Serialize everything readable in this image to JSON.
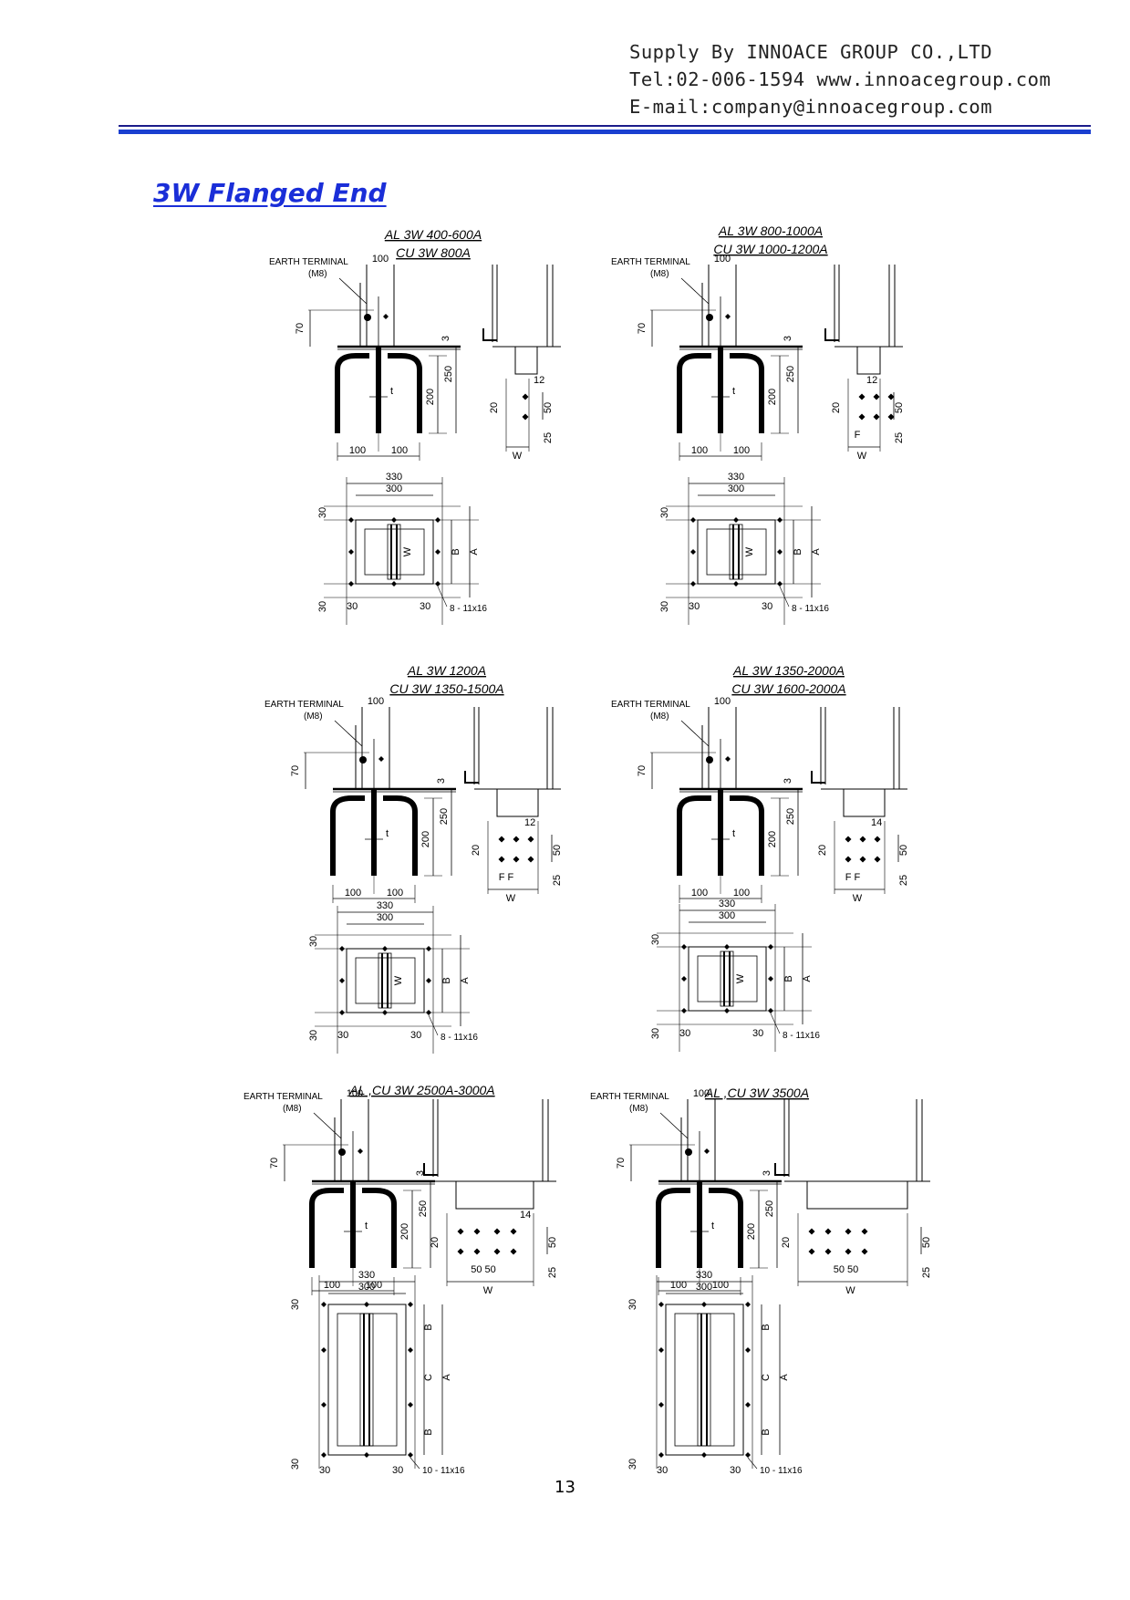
{
  "header": {
    "supply": "Supply By INNOACE GROUP CO.,LTD",
    "tel": "Tel:02-006-1594 www.innoacegroup.com",
    "email": "E-mail:company@innoacegroup.com"
  },
  "title": "3W Flanged End",
  "page_number": "13",
  "drawings": [
    {
      "heading_1": "AL 3W  400-600A",
      "heading_2": "CU  3W  800A",
      "earth_terminal": "EARTH TERMINAL",
      "m8": "(M8)",
      "dim_100": "100",
      "dim_70": "70",
      "dim_3": "3",
      "dim_200": "200",
      "dim_250": "250",
      "dim_t": "t",
      "dim_100a": "100",
      "dim_100b": "100",
      "side_12": "12",
      "side_20": "20",
      "side_50": "50",
      "side_25": "25",
      "side_w": "W",
      "side_f": "",
      "plan_330": "330",
      "plan_300": "300",
      "plan_30a": "30",
      "plan_30b": "30",
      "plan_30c": "30",
      "plan_30d": "30",
      "plan_w": "W",
      "plan_b": "B",
      "plan_a": "A",
      "plan_c": "",
      "holes": "8 - 11x16"
    },
    {
      "heading_1": "AL 3W  800-1000A",
      "heading_2": "CU  3W  1000-1200A",
      "earth_terminal": "EARTH TERMINAL",
      "m8": "(M8)",
      "dim_100": "100",
      "dim_70": "70",
      "dim_3": "3",
      "dim_200": "200",
      "dim_250": "250",
      "dim_t": "t",
      "dim_100a": "100",
      "dim_100b": "100",
      "side_12": "12",
      "side_20": "20",
      "side_50": "50",
      "side_25": "25",
      "side_w": "W",
      "side_f": "F",
      "plan_330": "330",
      "plan_300": "300",
      "plan_30a": "30",
      "plan_30b": "30",
      "plan_30c": "30",
      "plan_30d": "30",
      "plan_w": "W",
      "plan_b": "B",
      "plan_a": "A",
      "plan_c": "",
      "holes": "8 - 11x16"
    },
    {
      "heading_1": "AL 3W  1200A",
      "heading_2": "CU  3W  1350-1500A",
      "earth_terminal": "EARTH TERMINAL",
      "m8": "(M8)",
      "dim_100": "100",
      "dim_70": "70",
      "dim_3": "3",
      "dim_200": "200",
      "dim_250": "250",
      "dim_t": "t",
      "dim_100a": "100",
      "dim_100b": "100",
      "side_12": "12",
      "side_20": "20",
      "side_50": "50",
      "side_25": "25",
      "side_w": "W",
      "side_f": "F  F",
      "plan_330": "330",
      "plan_300": "300",
      "plan_30a": "30",
      "plan_30b": "30",
      "plan_30c": "30",
      "plan_30d": "30",
      "plan_w": "W",
      "plan_b": "B",
      "plan_a": "A",
      "plan_c": "",
      "holes": "8 - 11x16"
    },
    {
      "heading_1": "AL 3W  1350-2000A",
      "heading_2": "CU  3W  1600-2000A",
      "earth_terminal": "EARTH TERMINAL",
      "m8": "(M8)",
      "dim_100": "100",
      "dim_70": "70",
      "dim_3": "3",
      "dim_200": "200",
      "dim_250": "250",
      "dim_t": "t",
      "dim_100a": "100",
      "dim_100b": "100",
      "side_12": "14",
      "side_20": "20",
      "side_50": "50",
      "side_25": "25",
      "side_w": "W",
      "side_f": "F  F",
      "plan_330": "330",
      "plan_300": "300",
      "plan_30a": "30",
      "plan_30b": "30",
      "plan_30c": "30",
      "plan_30d": "30",
      "plan_w": "W",
      "plan_b": "B",
      "plan_a": "A",
      "plan_c": "",
      "holes": "8 - 11x16"
    },
    {
      "heading_1": "AL ,CU  3W  2500A-3000A",
      "heading_2": "",
      "earth_terminal": "EARTH TERMINAL",
      "m8": "(M8)",
      "dim_100": "100",
      "dim_70": "70",
      "dim_3": "3",
      "dim_200": "200",
      "dim_250": "250",
      "dim_t": "t",
      "dim_100a": "100",
      "dim_100b": "100",
      "side_12": "14",
      "side_20": "20",
      "side_50": "50",
      "side_25": "25",
      "side_w": "W",
      "side_f": "50  50",
      "plan_330": "330",
      "plan_300": "300",
      "plan_30a": "30",
      "plan_30b": "30",
      "plan_30c": "30",
      "plan_30d": "30",
      "plan_w": "",
      "plan_b": "B",
      "plan_a": "A",
      "plan_c": "C",
      "holes": "10 - 11x16"
    },
    {
      "heading_1": "AL ,CU  3W  3500A",
      "heading_2": "",
      "earth_terminal": "EARTH TERMINAL",
      "m8": "(M8)",
      "dim_100": "100",
      "dim_70": "70",
      "dim_3": "3",
      "dim_200": "200",
      "dim_250": "250",
      "dim_t": "t",
      "dim_100a": "100",
      "dim_100b": "100",
      "side_12": "",
      "side_20": "20",
      "side_50": "50",
      "side_25": "25",
      "side_w": "W",
      "side_f": "50  50",
      "plan_330": "330",
      "plan_300": "300",
      "plan_30a": "30",
      "plan_30b": "30",
      "plan_30c": "30",
      "plan_30d": "30",
      "plan_w": "",
      "plan_b": "B",
      "plan_a": "A",
      "plan_c": "C",
      "holes": "10 - 11x16"
    }
  ]
}
